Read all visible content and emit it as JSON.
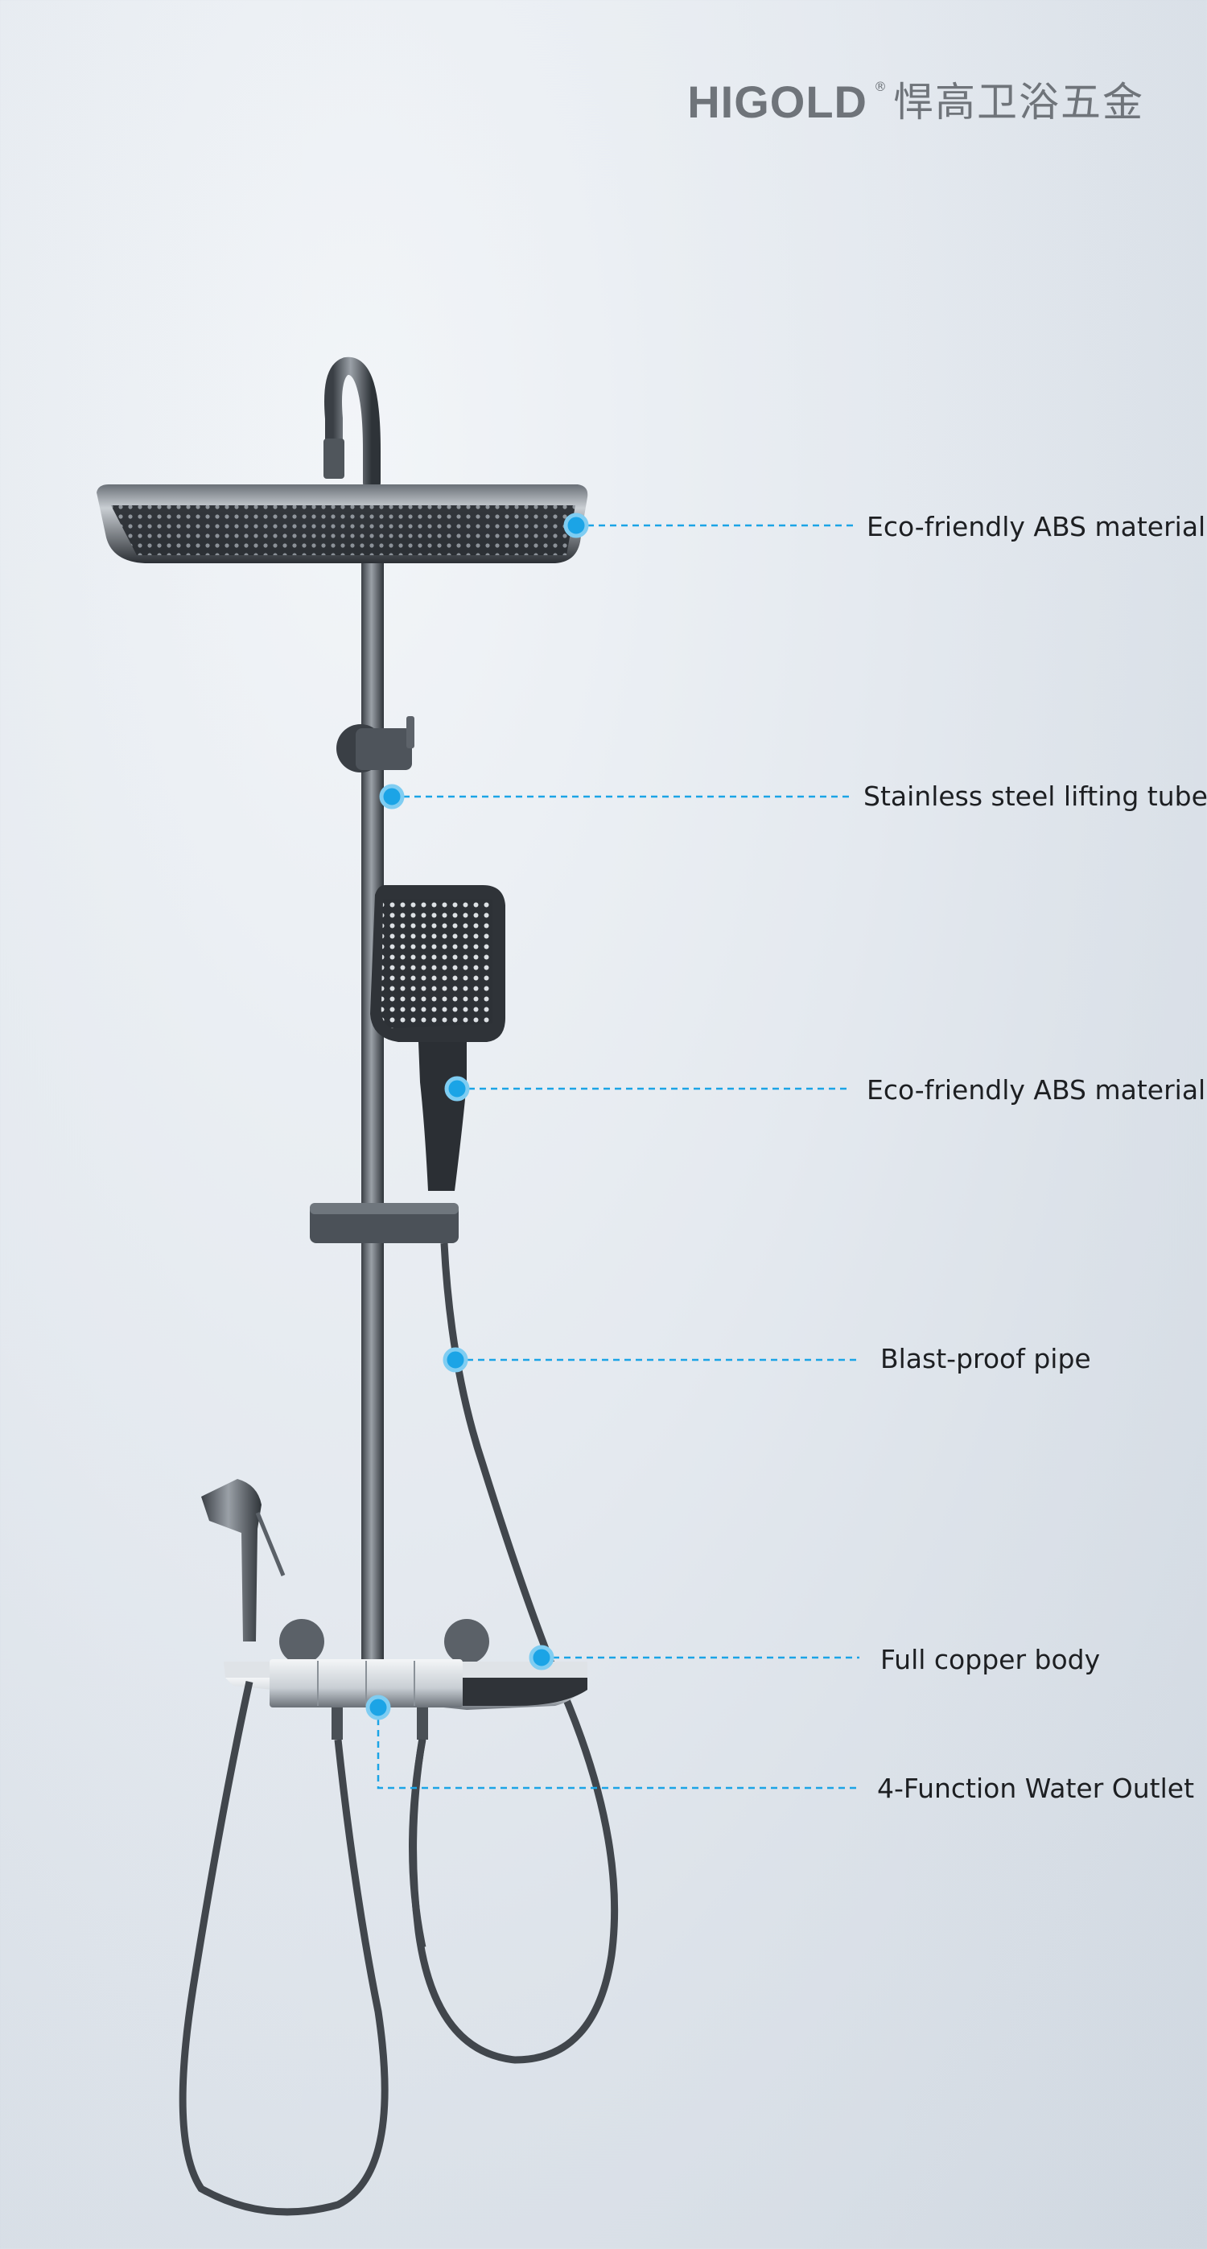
{
  "brand": {
    "logo_text": "HIGOLD",
    "registered_mark": "®",
    "chinese_name": "悍高卫浴五金",
    "color": "#6f747a"
  },
  "accent_color": "#1ba4e6",
  "product": {
    "components": [
      "rain-shower-head",
      "lifting-tube",
      "hand-shower",
      "shower-hose",
      "thermostatic-valve-shelf",
      "bidet-sprayer"
    ]
  },
  "callouts": [
    {
      "id": "callout-1",
      "label": "Eco-friendly ABS material"
    },
    {
      "id": "callout-2",
      "label": "Stainless steel lifting tube"
    },
    {
      "id": "callout-3",
      "label": "Eco-friendly ABS material"
    },
    {
      "id": "callout-4",
      "label": "Blast-proof pipe"
    },
    {
      "id": "callout-5",
      "label": "Full copper body"
    },
    {
      "id": "callout-6",
      "label": "4-Function Water Outlet"
    }
  ]
}
